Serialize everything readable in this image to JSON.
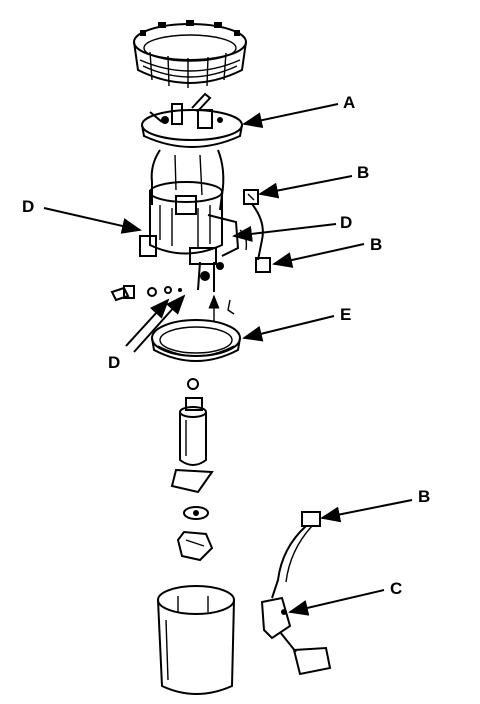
{
  "labels": {
    "a": "A",
    "b_top_1": "B",
    "b_top_2": "B",
    "b_bottom": "B",
    "c": "C",
    "d_left": "D",
    "d_right": "D",
    "d_lower": "D",
    "e": "E"
  }
}
